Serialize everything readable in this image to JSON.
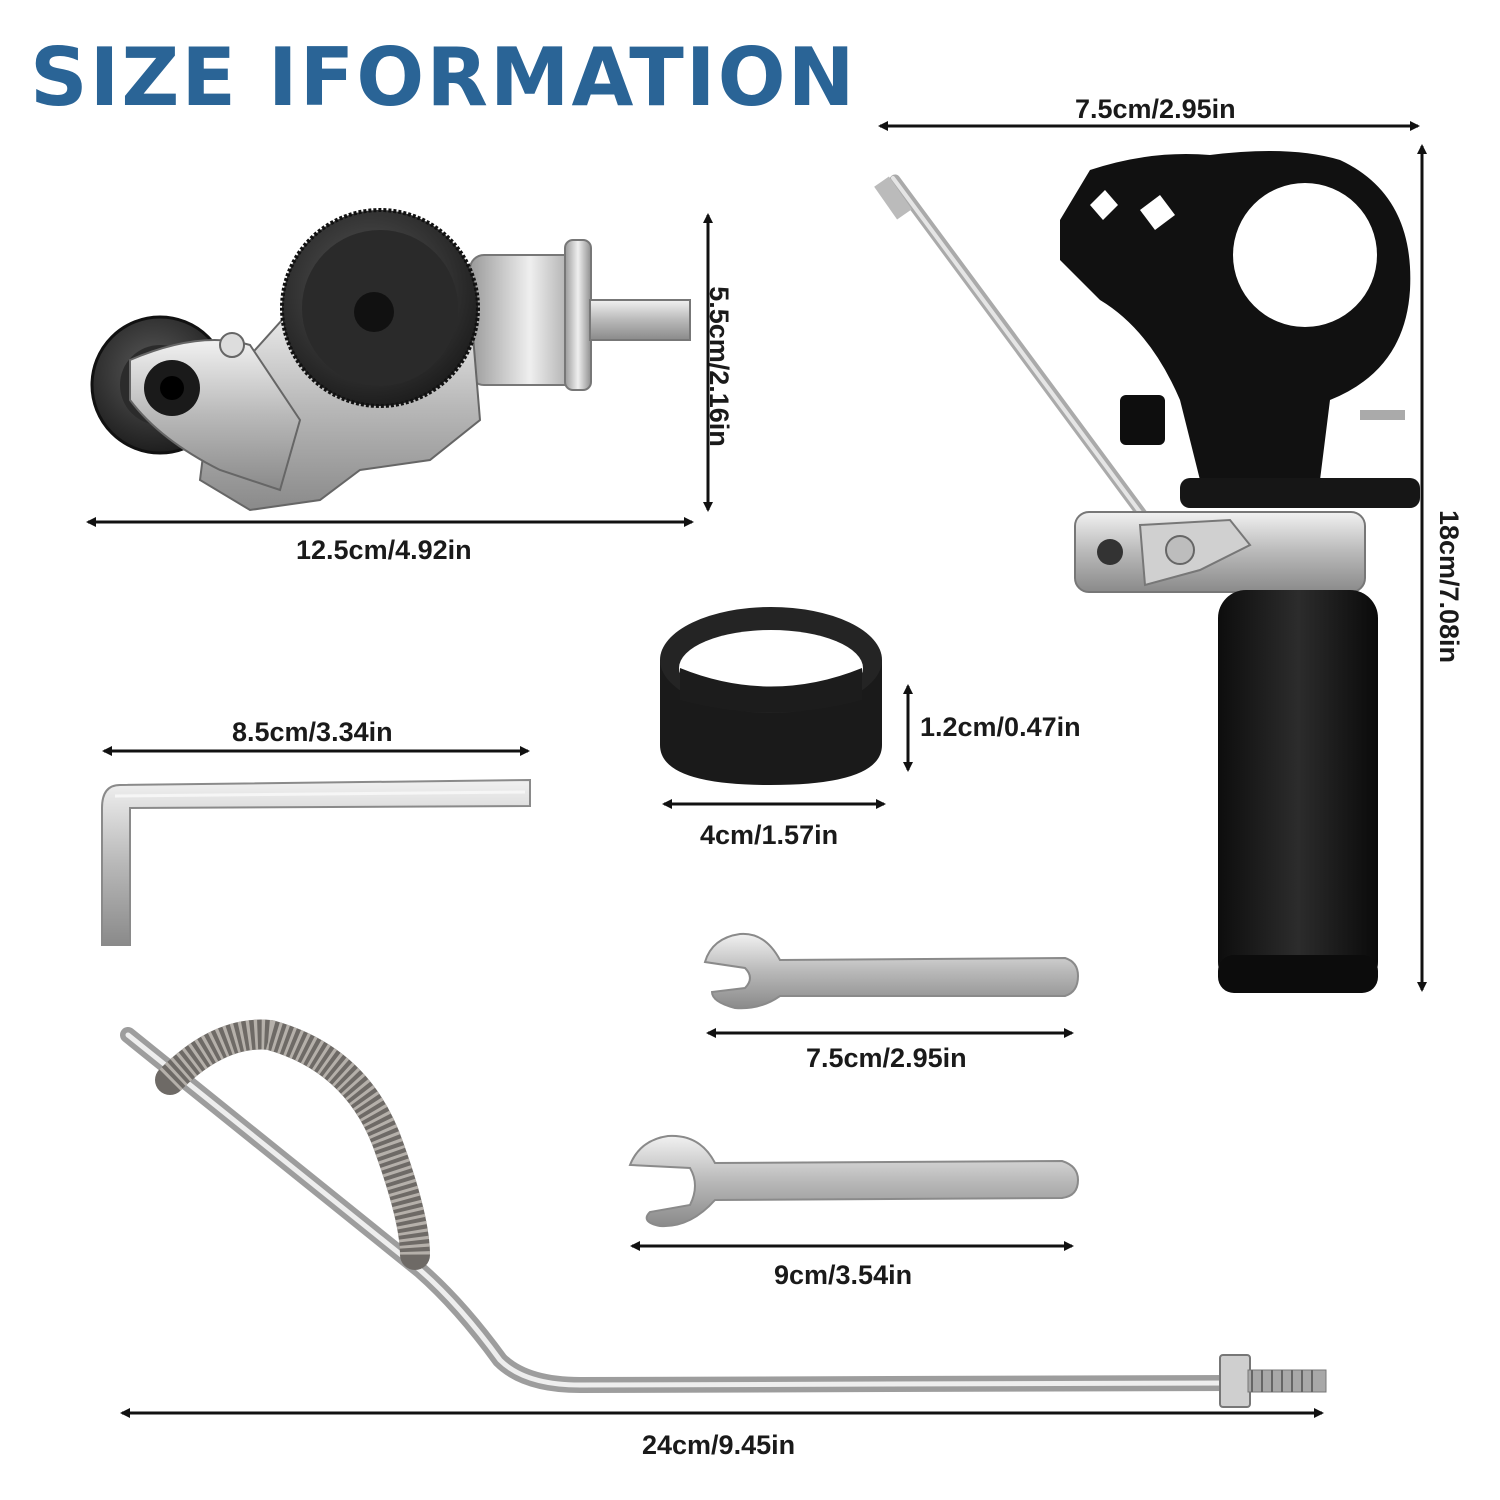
{
  "title": "SIZE IFORMATION",
  "colors": {
    "title": "#2a6496",
    "label": "#1a1a1a",
    "arrow": "#111111"
  },
  "items": [
    {
      "name": "metal-nibbler-cutter",
      "width": "12.5cm/4.92in",
      "height": "5.5cm/2.16in"
    },
    {
      "name": "side-handle",
      "width": "7.5cm/2.95in",
      "height": "18cm/7.08in"
    },
    {
      "name": "rubber-ring",
      "width": "4cm/1.57in",
      "height": "1.2cm/0.47in"
    },
    {
      "name": "hex-key",
      "length": "8.5cm/3.34in"
    },
    {
      "name": "small-wrench",
      "length": "7.5cm/2.95in"
    },
    {
      "name": "large-wrench",
      "length": "9cm/3.54in"
    },
    {
      "name": "spring-handle-rod",
      "length": "24cm/9.45in"
    }
  ]
}
